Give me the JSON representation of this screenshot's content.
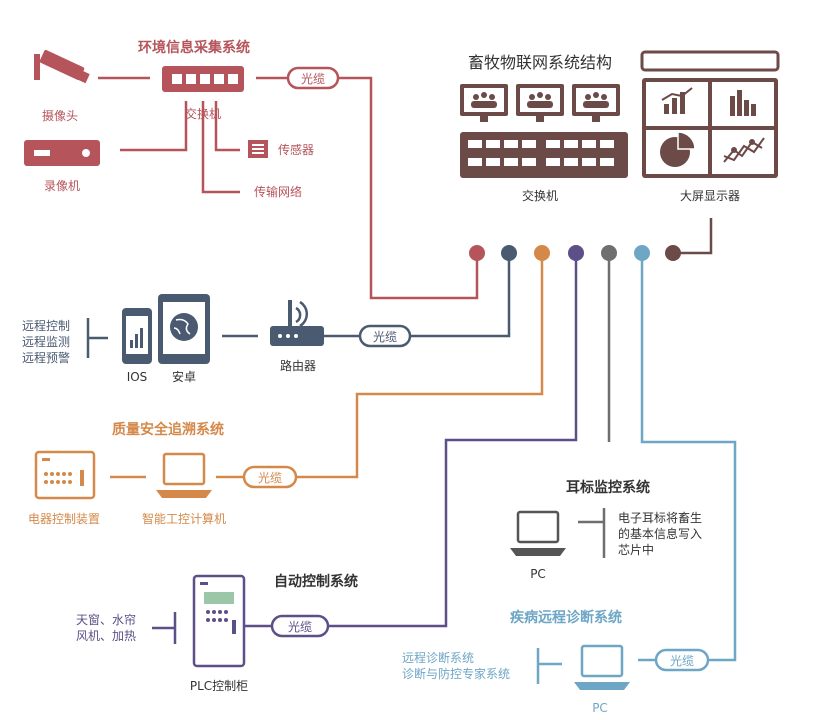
{
  "main_title": "畜牧物联网系统结构",
  "colors": {
    "env": "#b5545a",
    "router": "#4a5a70",
    "quality": "#d4894a",
    "auto": "#5d4f87",
    "ear": "#6f6f6f",
    "disease": "#6ea6c6",
    "core": "#6b4a47"
  },
  "env": {
    "title": "环境信息采集系统",
    "camera": "摄像头",
    "switch": "交换机",
    "recorder": "录像机",
    "sensor": "传感器",
    "network": "传输网络",
    "fiber": "光缆"
  },
  "core": {
    "switch": "交换机",
    "display": "大屏显示器"
  },
  "router_section": {
    "functions": [
      "远程控制",
      "远程监测",
      "远程预警"
    ],
    "ios": "IOS",
    "android": "安卓",
    "router": "路由器",
    "fiber": "光缆"
  },
  "quality": {
    "title": "质量安全追溯系统",
    "device": "电器控制装置",
    "computer": "智能工控计算机",
    "fiber": "光缆"
  },
  "ear": {
    "title": "耳标监控系统",
    "desc": [
      "电子耳标将畜生",
      "的基本信息写入",
      "芯片中"
    ],
    "pc": "PC"
  },
  "auto": {
    "title": "自动控制系统",
    "items": [
      "天窗、水帘",
      "风机、加热"
    ],
    "cabinet": "PLC控制柜",
    "fiber": "光缆"
  },
  "disease": {
    "title": "疾病远程诊断系统",
    "items": [
      "远程诊断系统",
      "诊断与防控专家系统"
    ],
    "pc": "PC",
    "fiber": "光缆"
  }
}
